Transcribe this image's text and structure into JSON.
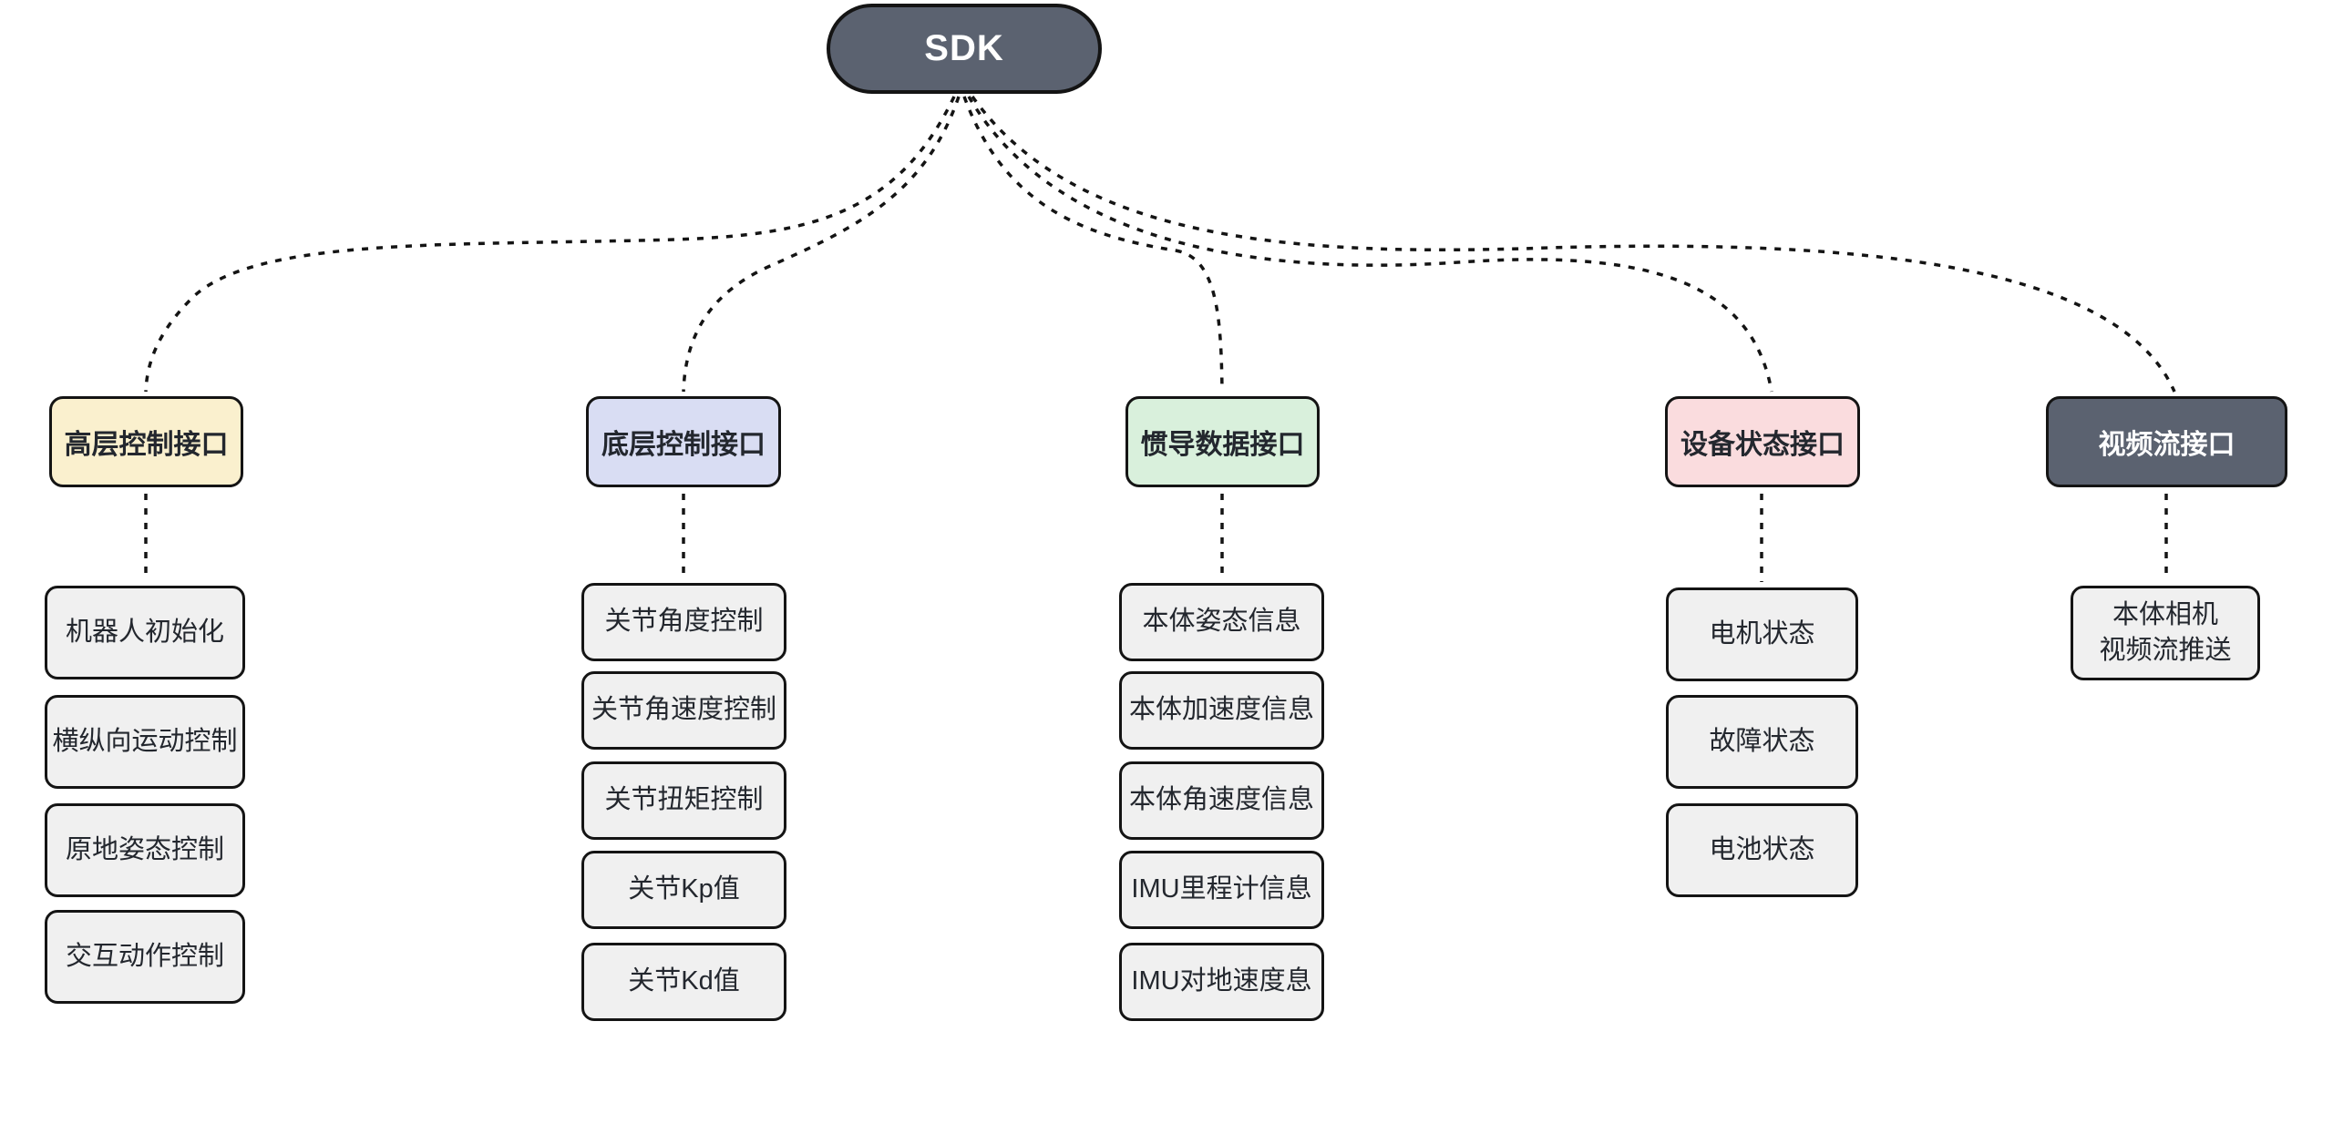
{
  "diagram_title": "SDK interface mind map",
  "root": {
    "label": "SDK"
  },
  "colors": {
    "border": "#141414",
    "text": "#23272E",
    "dark-bg": "#5B6270",
    "dark-text": "#FFFFFF",
    "child-bg": "#F0F0F0",
    "col1-bg": "#FAF0CE",
    "col2-bg": "#D9DDF3",
    "col3-bg": "#D9F0DC",
    "col4-bg": "#FADCDE"
  },
  "columns": [
    {
      "header": "高层控制接口",
      "children": [
        "机器人初始化",
        "横纵向运动控制",
        "原地姿态控制",
        "交互动作控制"
      ]
    },
    {
      "header": "底层控制接口",
      "children": [
        "关节角度控制",
        "关节角速度控制",
        "关节扭矩控制",
        "关节Kp值",
        "关节Kd值"
      ]
    },
    {
      "header": "惯导数据接口",
      "children": [
        "本体姿态信息",
        "本体加速度信息",
        "本体角速度信息",
        "IMU里程计信息",
        "IMU对地速度息"
      ]
    },
    {
      "header": "设备状态接口",
      "children": [
        "电机状态",
        "故障状态",
        "电池状态"
      ]
    },
    {
      "header": "视频流接口",
      "children": [
        "本体相机\n视频流推送"
      ]
    }
  ],
  "connectors": {
    "style": "dashed",
    "color": "#141414",
    "links": [
      "SDK -> 高层控制接口",
      "SDK -> 底层控制接口",
      "SDK -> 惯导数据接口",
      "SDK -> 设备状态接口",
      "SDK -> 视频流接口",
      "高层控制接口 -> children",
      "底层控制接口 -> children",
      "惯导数据接口 -> children",
      "设备状态接口 -> children",
      "视频流接口 -> children"
    ]
  }
}
